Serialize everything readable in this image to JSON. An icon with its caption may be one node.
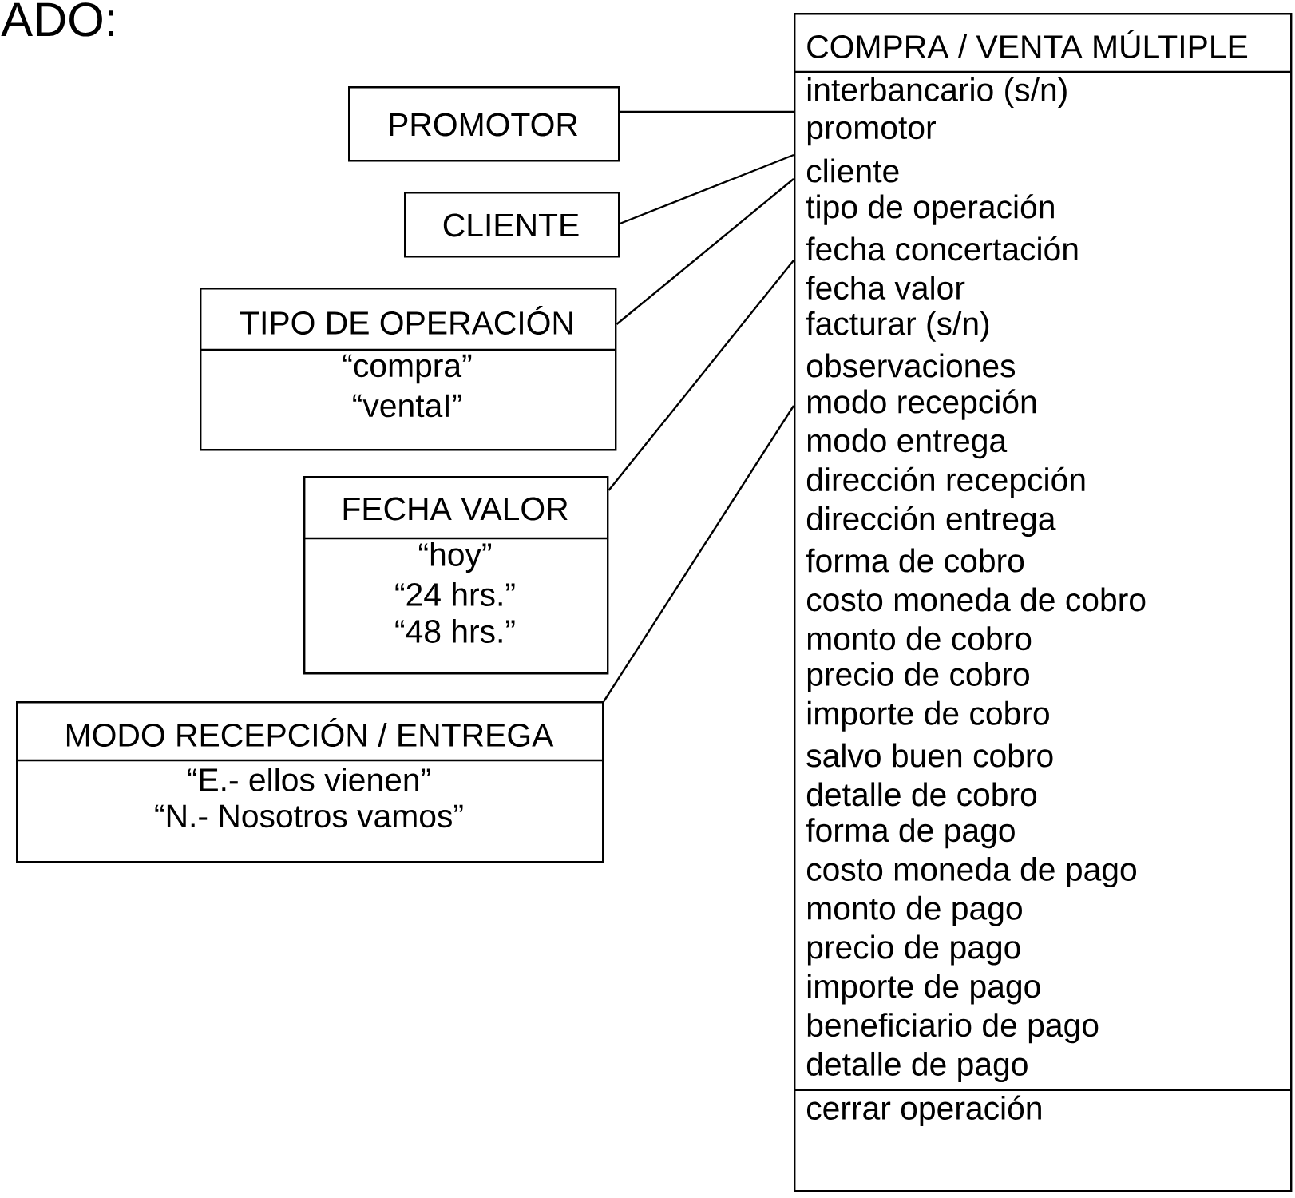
{
  "diagram": {
    "nodes": [
      {
        "text": [
          "COMPRA / VENTA MÚLTIPLE",
          "interbancario (s/n)",
          "promotor",
          "cliente",
          "tipo de operación",
          "fecha concertación",
          "fecha valor",
          "facturar (s/n)",
          "observaciones",
          "modo recepción",
          "modo entrega",
          "dirección recepción",
          "dirección entrega",
          "forma de cobro",
          "costo moneda de cobro",
          "monto de cobro",
          "precio de cobro",
          "importe de cobro",
          "salvo buen cobro",
          "detalle de cobro",
          "forma de pago",
          "costo moneda de pago",
          "monto de pago",
          "precio de pago",
          "importe de pago",
          "beneficiario de pago",
          "detalle de pago",
          "cerrar operación"
        ]
      },
      {
        "text": [
          "PROMOTOR"
        ]
      },
      {
        "text": [
          "CLIENTE"
        ]
      },
      {
        "text": [
          "TIPO DE OPERACIÓN",
          "“compra”",
          "“ventaI”"
        ]
      },
      {
        "text": [
          "FECHA VALOR",
          "“hoy”",
          "“24 hrs.”",
          "“48 hrs.”"
        ]
      },
      {
        "text": [
          "MODO RECEPCIÓN / ENTREGA",
          "“E.- ellos vienen”",
          "“N.- Nosotros vamos”"
        ]
      }
    ],
    "edges": [
      {
        "from": 1,
        "to": 0,
        "arrow": "none"
      },
      {
        "from": 2,
        "to": 0,
        "arrow": "none"
      },
      {
        "from": 3,
        "to": 0,
        "arrow": "none"
      },
      {
        "from": 4,
        "to": 0,
        "arrow": "none"
      },
      {
        "from": 5,
        "to": 0,
        "arrow": "none"
      }
    ],
    "labels": [
      "ADO:"
    ]
  }
}
